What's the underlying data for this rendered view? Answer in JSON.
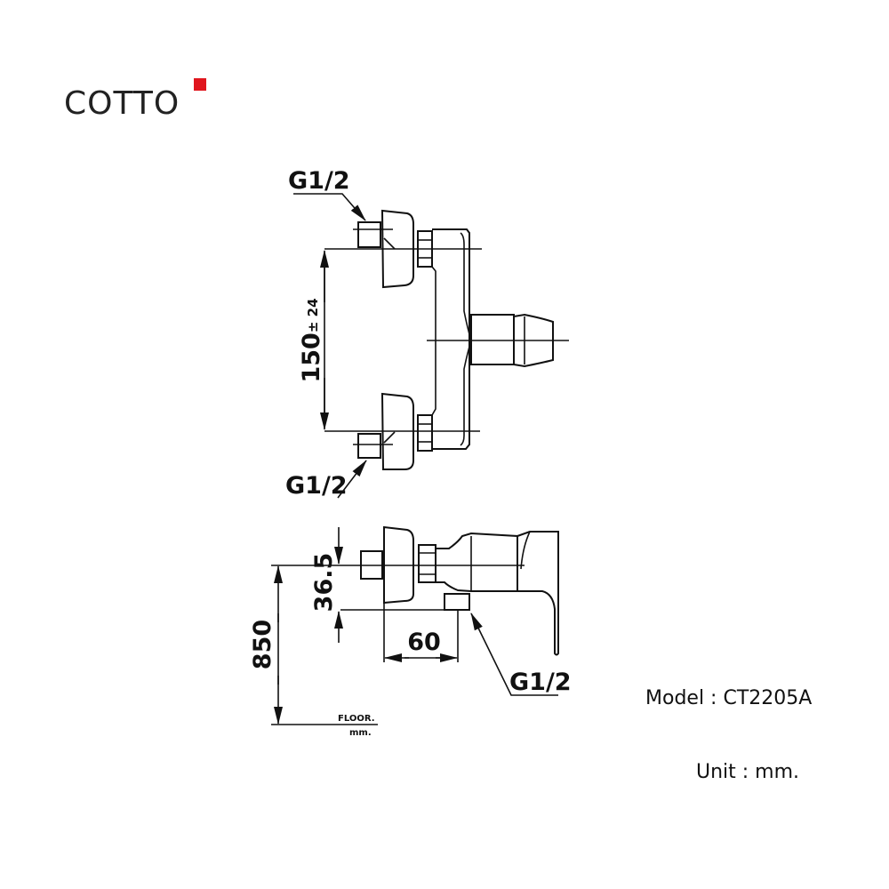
{
  "brand": {
    "name": "COTTO",
    "accent_color": "#e0161e"
  },
  "top_view": {
    "inlet_top_label": "G1/2",
    "inlet_bottom_label": "G1/2",
    "spacing_label": "150",
    "spacing_tolerance": "± 24"
  },
  "side_view": {
    "offset_label": "36.5",
    "depth_label": "60",
    "height_label": "850",
    "outlet_label": "G1/2",
    "floor_label": "FLOOR.",
    "floor_unit": "mm."
  },
  "info": {
    "model": "Model : CT2205A",
    "unit": "Unit : mm."
  }
}
